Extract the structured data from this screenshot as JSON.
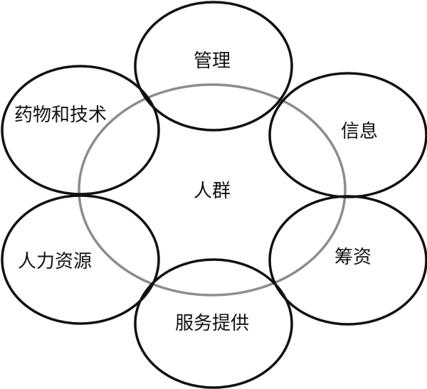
{
  "diagram": {
    "center_label": "人群",
    "nodes": [
      {
        "id": "management",
        "label": "管理"
      },
      {
        "id": "information",
        "label": "信息"
      },
      {
        "id": "financing",
        "label": "筹资"
      },
      {
        "id": "service-delivery",
        "label": "服务提供"
      },
      {
        "id": "human-resources",
        "label": "人力资源"
      },
      {
        "id": "medicines-technology",
        "label": "药物和技术"
      }
    ],
    "colors": {
      "center_stroke": "#8c8c8c",
      "node_stroke": "#111111",
      "text": "#111111",
      "background": "#ffffff"
    }
  }
}
